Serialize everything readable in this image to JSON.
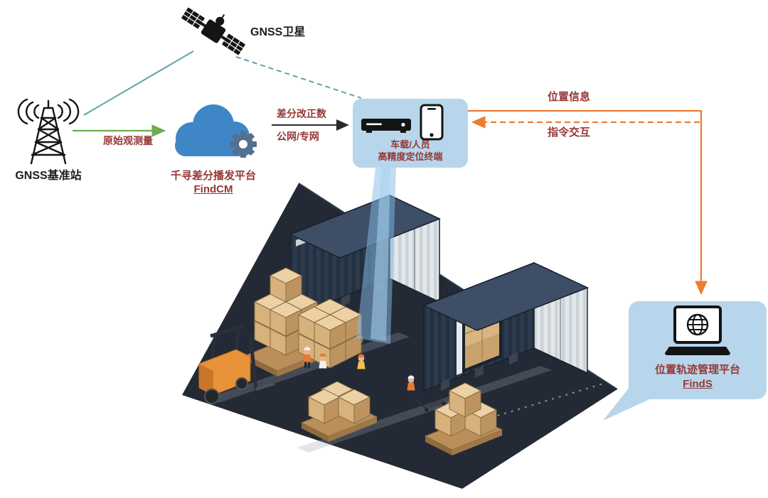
{
  "diagram": {
    "satellite": {
      "label": "GNSS卫星"
    },
    "base_station": {
      "label": "GNSS基准站"
    },
    "cloud": {
      "title": "千寻差分播发平台",
      "subtitle": "FindCM"
    },
    "links": {
      "station_to_cloud": "原始观测量",
      "cloud_to_terminal_line1": "差分改正数",
      "cloud_to_terminal_line2": "公网/专网",
      "terminal_to_platform": "位置信息",
      "platform_to_terminal": "指令交互"
    },
    "terminal": {
      "line1": "车载/人员",
      "line2": "高精度定位终端"
    },
    "platform": {
      "title": "位置轨迹管理平台",
      "subtitle": "FindS"
    },
    "colors": {
      "label_red": "#953735",
      "label_dark": "#1c1c1c",
      "arrow_green": "#6AAE4E",
      "arrow_teal": "#5FA3A8",
      "arrow_orange": "#ED7D31",
      "panel_blue": "#B7D6EB",
      "cloud_blue": "#3F86C6"
    }
  }
}
